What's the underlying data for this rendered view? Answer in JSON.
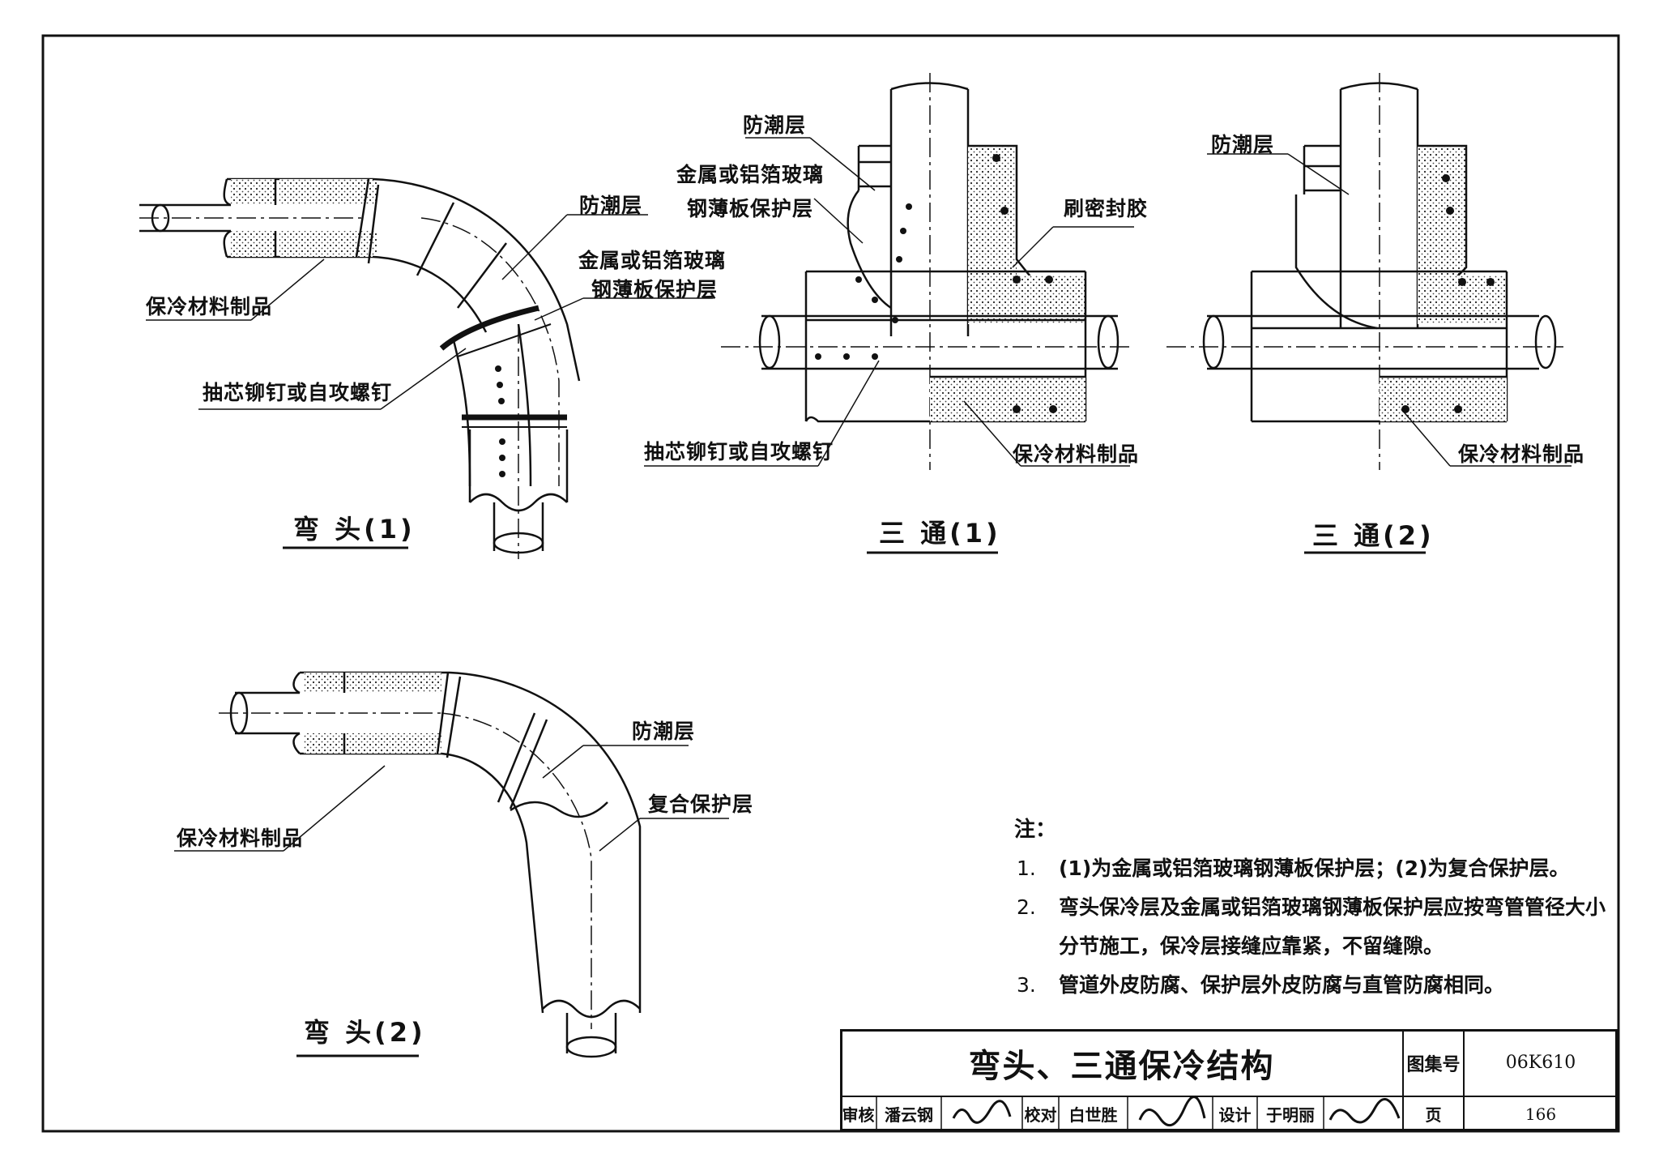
{
  "diagrams": {
    "elbow1": {
      "title": "弯 头(1)",
      "labels": {
        "moisture": "防潮层",
        "metal_protect_1": "金属或铝箔玻璃",
        "metal_protect_2": "钢薄板保护层",
        "cold_material": "保冷材料制品",
        "rivet": "抽芯铆钉或自攻螺钉"
      }
    },
    "tee1": {
      "title": "三 通(1)",
      "labels": {
        "moisture": "防潮层",
        "metal_protect_1": "金属或铝箔玻璃",
        "metal_protect_2": "钢薄板保护层",
        "sealant": "刷密封胶",
        "rivet": "抽芯铆钉或自攻螺钉",
        "cold_material": "保冷材料制品"
      }
    },
    "tee2": {
      "title": "三 通(2)",
      "labels": {
        "moisture": "防潮层",
        "cold_material": "保冷材料制品"
      }
    },
    "elbow2": {
      "title": "弯 头(2)",
      "labels": {
        "moisture": "防潮层",
        "composite": "复合保护层",
        "cold_material": "保冷材料制品"
      }
    }
  },
  "notes": {
    "heading": "注：",
    "items": [
      {
        "num": "1.",
        "text": "(1)为金属或铝箔玻璃钢薄板保护层；(2)为复合保护层。"
      },
      {
        "num": "2.",
        "text": "弯头保冷层及金属或铝箔玻璃钢薄板保护层应按弯管管径大小",
        "cont": "分节施工，保冷层接缝应靠紧，不留缝隙。"
      },
      {
        "num": "3.",
        "text": "管道外皮防腐、保护层外皮防腐与直管防腐相同。"
      }
    ]
  },
  "title_block": {
    "drawing_title": "弯头、三通保冷结构",
    "atlas_label": "图集号",
    "atlas_no": "06K610",
    "review_label": "审核",
    "reviewer": "潘云钢",
    "check_label": "校对",
    "checker": "白世胜",
    "design_label": "设计",
    "designer": "于明丽",
    "page_label": "页",
    "page_no": "166"
  }
}
